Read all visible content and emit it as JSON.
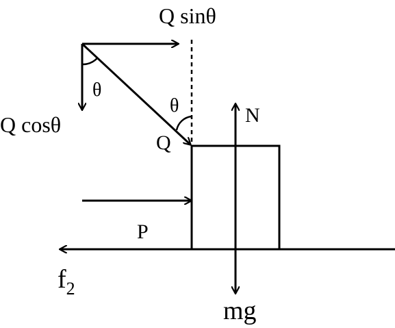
{
  "labels": {
    "q_sin": "Q sinθ",
    "q_cos": "Q cosθ",
    "theta_left": "θ",
    "theta_right": "θ",
    "q": "Q",
    "n": "N",
    "p": "P",
    "f2_base": "f",
    "f2_sub": "2",
    "mg": "mg"
  },
  "colors": {
    "stroke": "#000000",
    "background": "#ffffff"
  }
}
